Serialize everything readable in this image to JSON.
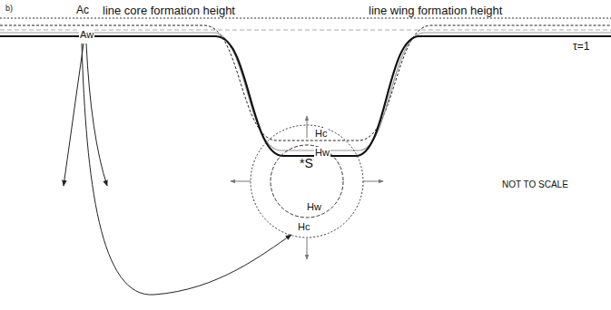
{
  "diagram": {
    "labels": [
      "b)",
      "Ac",
      "Aw",
      "line core formation height",
      "line wing formation height",
      "τ=1",
      "Hc",
      "Hw",
      "*S",
      "Hw",
      "Hc",
      "NOT TO SCALE"
    ]
  }
}
